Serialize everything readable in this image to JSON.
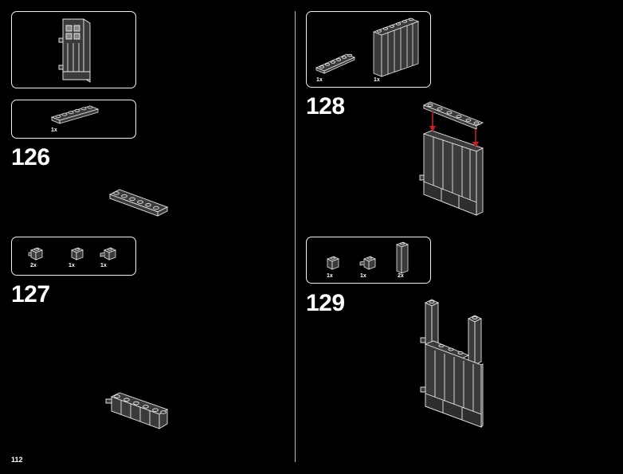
{
  "page_number": "112",
  "left_column": {
    "callout_model": {
      "has_quantity": false
    },
    "callout_126": {
      "items": [
        {
          "qty": "1x",
          "part": "plate-1x6-icon"
        }
      ]
    },
    "step_126": {
      "number": "126"
    },
    "callout_127": {
      "items": [
        {
          "qty": "2x",
          "part": "brick-1x1-side-stud-icon"
        },
        {
          "qty": "1x",
          "part": "brick-1x1-icon"
        },
        {
          "qty": "1x",
          "part": "brick-1x1-clip-icon"
        }
      ]
    },
    "step_127": {
      "number": "127"
    }
  },
  "right_column": {
    "callout_128": {
      "items": [
        {
          "qty": "1x",
          "part": "plate-1x6-icon"
        },
        {
          "qty": "1x",
          "part": "panel-1x6x5-icon"
        }
      ]
    },
    "step_128": {
      "number": "128"
    },
    "callout_129": {
      "items": [
        {
          "qty": "1x",
          "part": "brick-1x1-icon"
        },
        {
          "qty": "1x",
          "part": "brick-1x1-clip-icon"
        },
        {
          "qty": "2x",
          "part": "brick-1x1x3-icon"
        }
      ]
    },
    "step_129": {
      "number": "129"
    }
  },
  "colors": {
    "background": "#000000",
    "outline": "#f0f0f0",
    "brick": "#3a3a3a",
    "arrow": "#c0202a"
  }
}
